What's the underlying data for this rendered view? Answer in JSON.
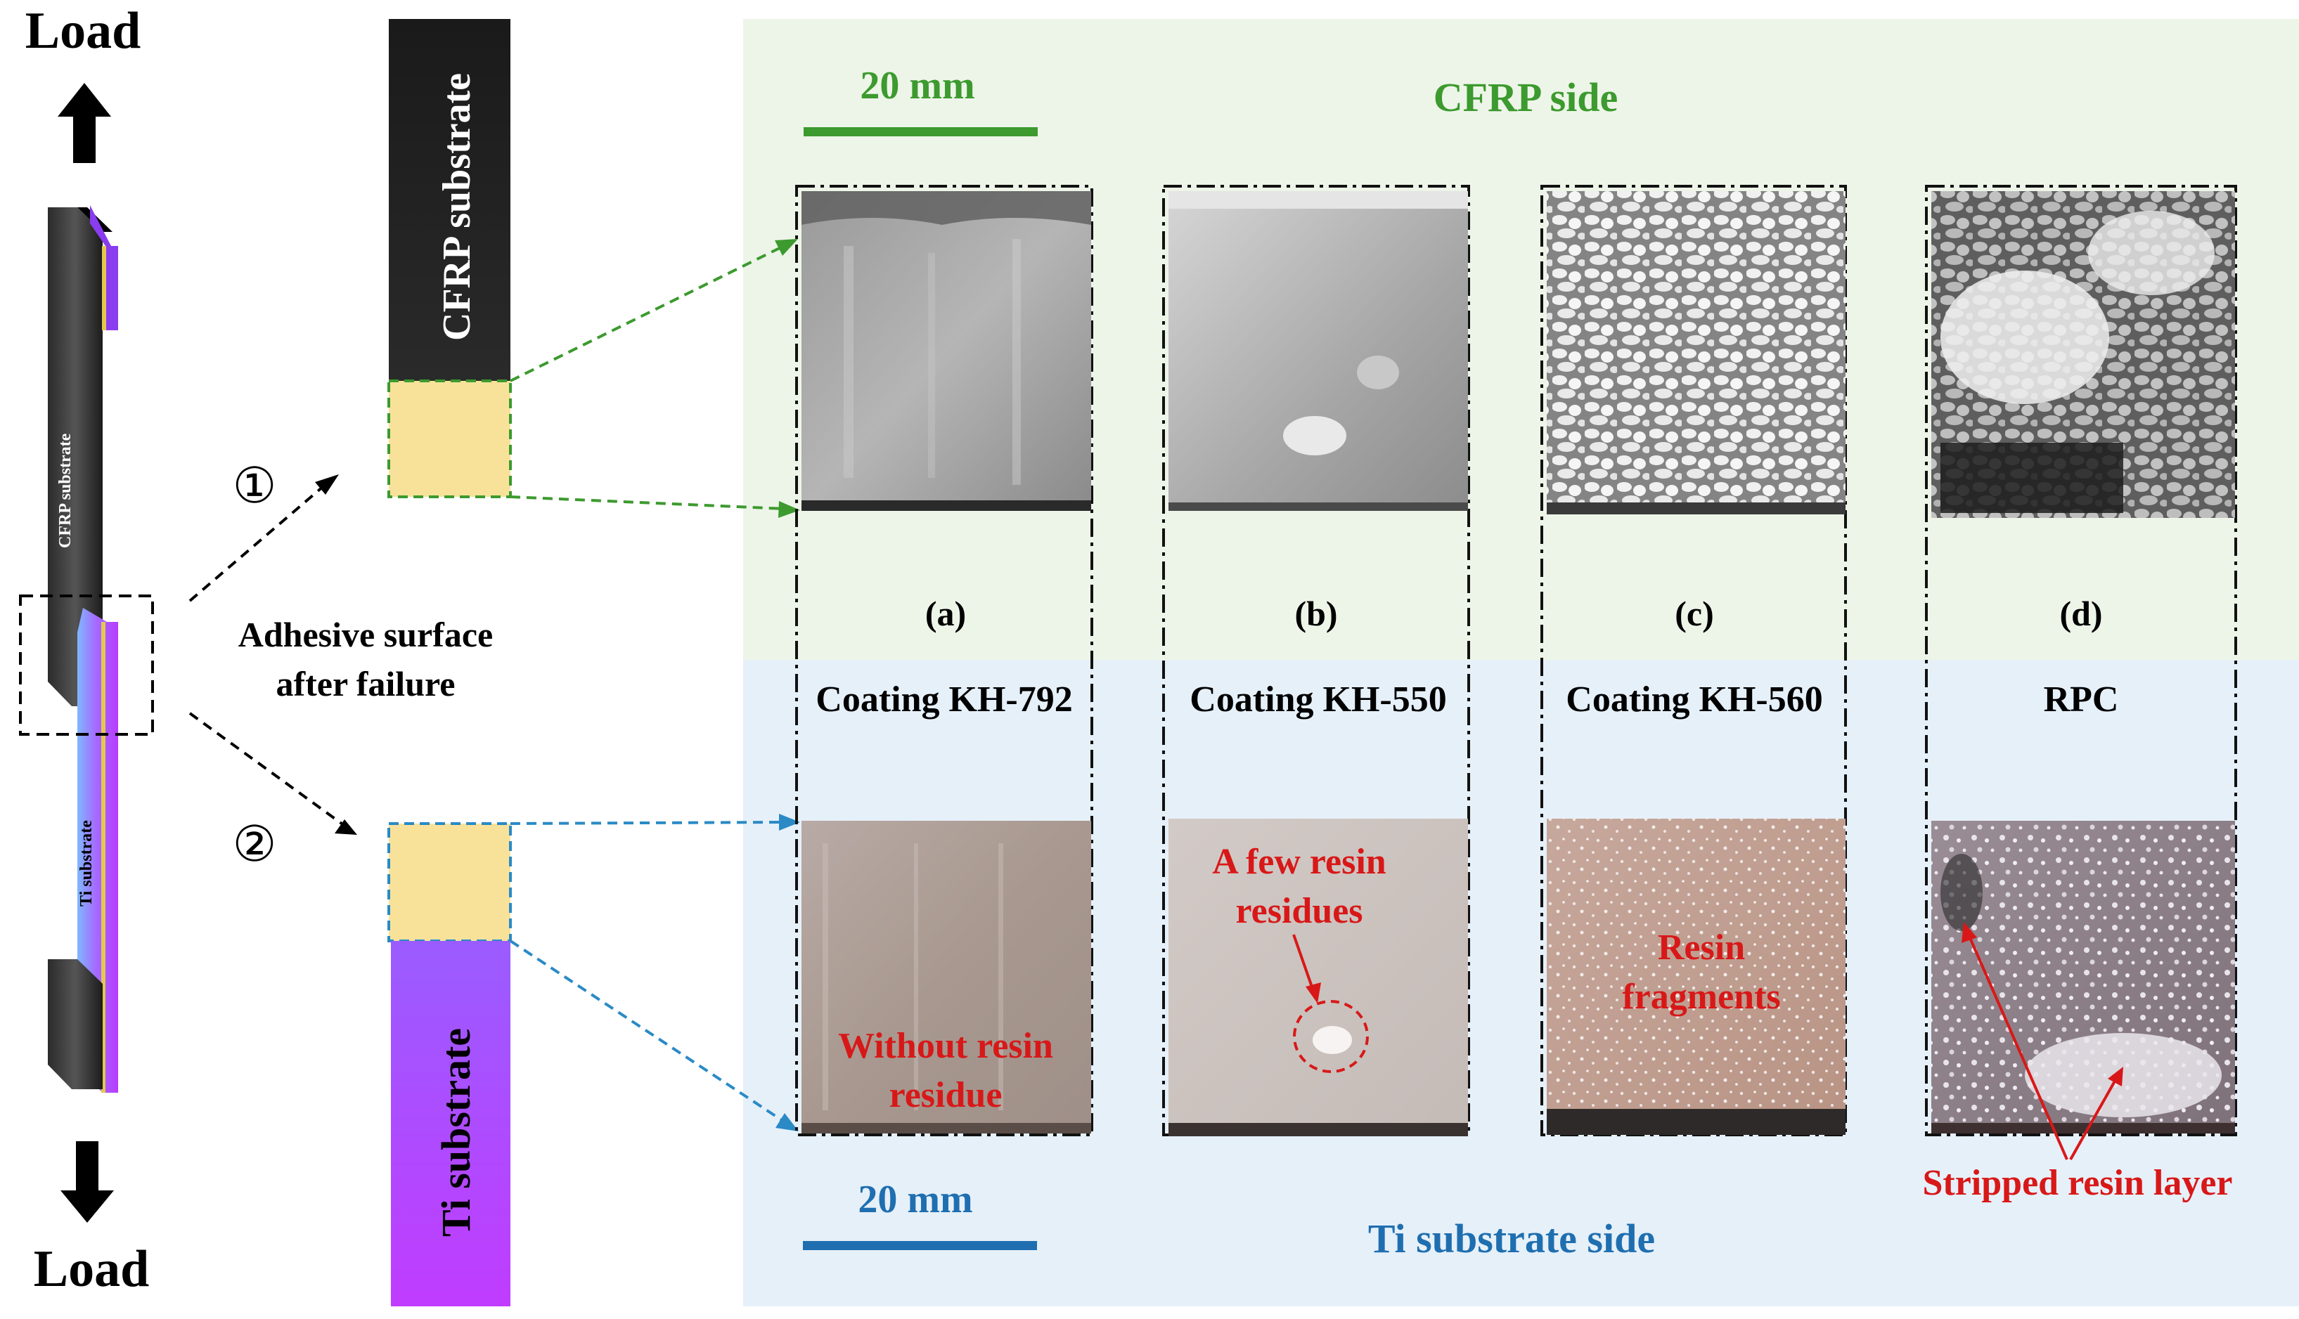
{
  "load_top": "Load",
  "load_bottom": "Load",
  "specimen_cfrp_label": "CFRP substrate",
  "specimen_ti_label": "Ti substrate",
  "marker_1": "①",
  "marker_2": "②",
  "adhesive_line1": "Adhesive surface",
  "adhesive_line2": "after failure",
  "cfrp_bar_label": "CFRP substrate",
  "ti_bar_label": "Ti substrate",
  "scale_top": "20 mm",
  "scale_bottom": "20 mm",
  "cfrp_side_title": "CFRP side",
  "ti_side_title": "Ti substrate side",
  "panels": [
    {
      "letter": "(a)",
      "coating": "Coating KH-792"
    },
    {
      "letter": "(b)",
      "coating": "Coating KH-550"
    },
    {
      "letter": "(c)",
      "coating": "Coating KH-560"
    },
    {
      "letter": "(d)",
      "coating": "RPC"
    }
  ],
  "annotations": {
    "a_line1": "Without resin",
    "a_line2": "residue",
    "b_line1": "A few resin",
    "b_line2": "residues",
    "c_line1": "Resin",
    "c_line2": "fragments",
    "d_label": "Stripped resin layer"
  },
  "colors": {
    "cfrp_bg": "#edf5e8",
    "ti_bg": "#e6f0f9",
    "green": "#3c9a2e",
    "blue": "#1f6fb0",
    "red": "#d81818",
    "adhesive": "#f8e29a",
    "cfrp_black": "#1a1a1a",
    "ti_purple": "#9b45ff"
  }
}
